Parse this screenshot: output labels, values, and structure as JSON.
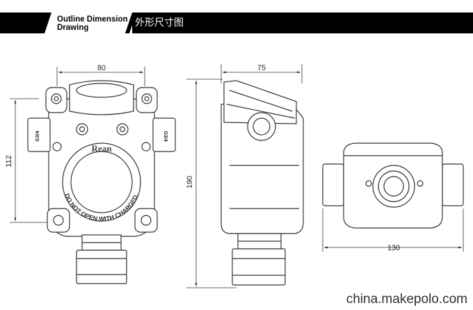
{
  "banner": {
    "title_en_line1": "Outline Dimension",
    "title_en_line2": "Drawing",
    "title_zh": "外形尺寸图",
    "colors": {
      "banner_bg": "#000000",
      "banner_left_bg": "#ffffff",
      "text": "#ffffff"
    }
  },
  "front_view": {
    "width_dim": "80",
    "height_dim": "112",
    "brand": "Rean",
    "warning_text": "DO NOT OPEN WITH CHARGED.",
    "port_label_left": "G3/4",
    "port_label_right": "G3/4"
  },
  "side_view": {
    "width_dim": "75",
    "height_dim": "190"
  },
  "bottom_view": {
    "width_dim": "130"
  },
  "watermark": "china.makepolo.com"
}
